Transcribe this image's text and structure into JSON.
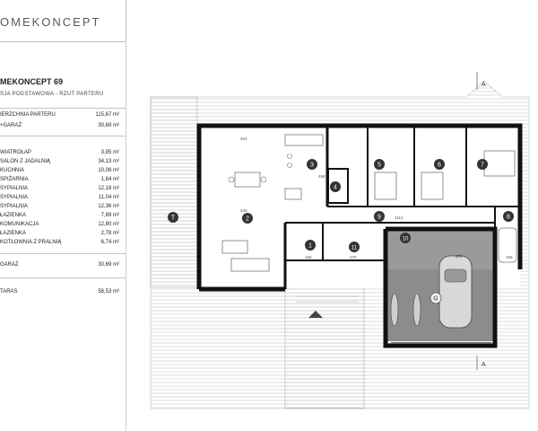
{
  "header": {
    "brand": "OMEKONCEPT"
  },
  "project": {
    "title": "MEKONCEPT 69",
    "subtitle": "SJA PODSTAWOWA  -  RZUT PARTERU"
  },
  "totals": [
    {
      "label": "IERZCHNIA PARTERU",
      "value": "115,67 m²"
    },
    {
      "label": "+GARAŻ",
      "value": "30,69 m²"
    }
  ],
  "rooms": [
    {
      "label": "WIATROŁAP",
      "value": "3,85 m²"
    },
    {
      "label": "SALON Z JADALNIĄ",
      "value": "34,13 m²"
    },
    {
      "label": "KUCHNIA",
      "value": "10,08 m²"
    },
    {
      "label": "SPIŻARNIA",
      "value": "1,84 m²"
    },
    {
      "label": "SYPIALNIA",
      "value": "12,18 m²"
    },
    {
      "label": "SYPIALNIA",
      "value": "11,04 m²"
    },
    {
      "label": "SYPIALNIA",
      "value": "12,36 m²"
    },
    {
      "label": "ŁAZIENKA",
      "value": "7,89 m²"
    },
    {
      "label": "KOMUNIKACJA",
      "value": "12,80 m²"
    },
    {
      "label": "ŁAZIENKA",
      "value": "2,78 m²"
    },
    {
      "label": "KOTŁOWNIA Z PRALNIĄ",
      "value": "6,74 m²"
    }
  ],
  "garage": {
    "label": "GARAŻ",
    "value": "30,69 m²"
  },
  "terrace": {
    "label": "TARAS",
    "value": "58,53 m²"
  },
  "plan": {
    "room_markers": [
      "1",
      "2",
      "3",
      "4",
      "5",
      "6",
      "7",
      "8",
      "9",
      "10",
      "11"
    ],
    "terrace_marker": "T",
    "garage_marker": "G",
    "section_marker": "A",
    "dimensions": [
      "403",
      "440",
      "1113",
      "270",
      "570",
      "166",
      "186",
      "498"
    ]
  }
}
